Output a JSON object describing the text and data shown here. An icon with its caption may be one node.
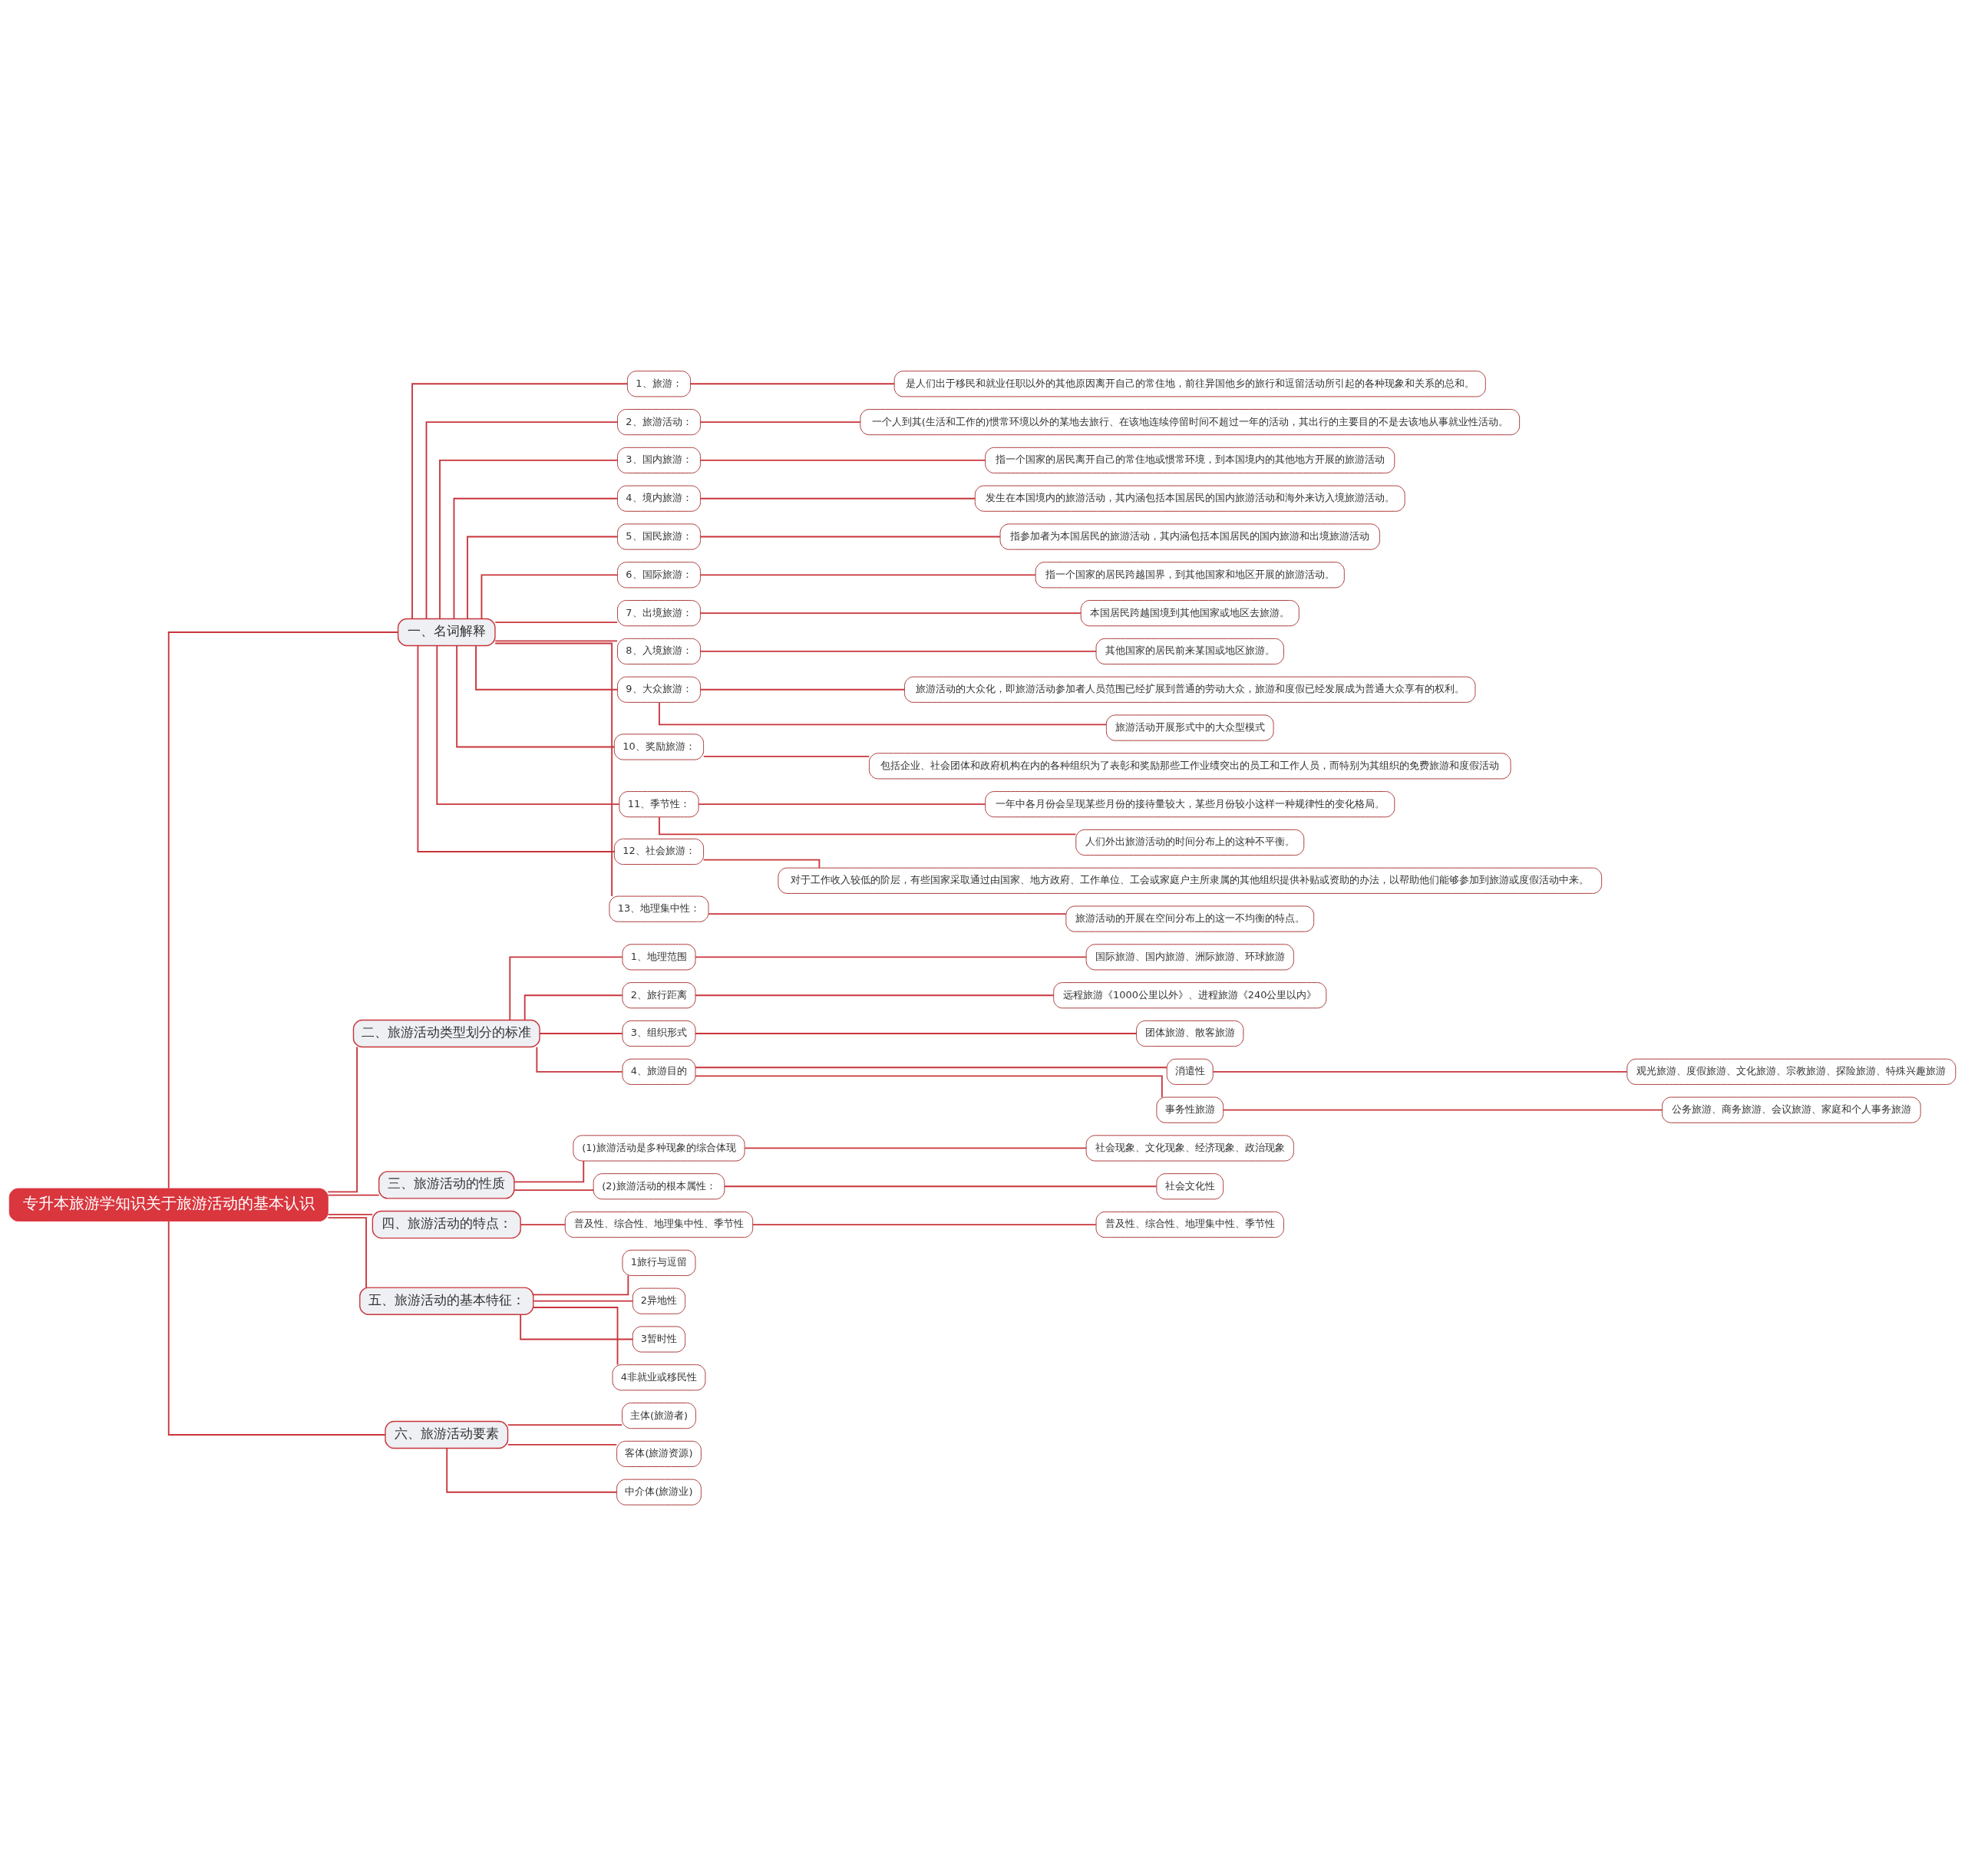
{
  "diagram": {
    "nodes": [
      {
        "text": [
          "专升本旅游学知识关于旅游活动的基本认识"
        ]
      },
      {
        "text": [
          "一、名词解释"
        ]
      },
      {
        "text": [
          "1、旅游："
        ]
      },
      {
        "text": [
          "是人们出于移民和就业任职以外的其他原因离开自己的常住地，前往异国他乡的旅行和逗留活动所引起的各种现象和关系的总和。"
        ]
      },
      {
        "text": [
          "2、旅游活动："
        ]
      },
      {
        "text": [
          "一个人到其(生活和工作的)惯常环境以外的某地去旅行、在该地连续停留时间不超过一年的活动，其出行的主要目的不是去该地从事就业性活动。"
        ]
      },
      {
        "text": [
          "3、国内旅游："
        ]
      },
      {
        "text": [
          "指一个国家的居民离开自己的常住地或惯常环境，到本国境内的其他地方开展的旅游活动"
        ]
      },
      {
        "text": [
          "4、境内旅游："
        ]
      },
      {
        "text": [
          "发生在本国境内的旅游活动，其内涵包括本国居民的国内旅游活动和海外来访入境旅游活动。"
        ]
      },
      {
        "text": [
          "5、国民旅游："
        ]
      },
      {
        "text": [
          "指参加者为本国居民的旅游活动，其内涵包括本国居民的国内旅游和出境旅游活动"
        ]
      },
      {
        "text": [
          "6、国际旅游："
        ]
      },
      {
        "text": [
          "指一个国家的居民跨越国界，到其他国家和地区开展的旅游活动。"
        ]
      },
      {
        "text": [
          "7、出境旅游："
        ]
      },
      {
        "text": [
          "本国居民跨越国境到其他国家或地区去旅游。"
        ]
      },
      {
        "text": [
          "8、入境旅游："
        ]
      },
      {
        "text": [
          "其他国家的居民前来某国或地区旅游。"
        ]
      },
      {
        "text": [
          "9、大众旅游："
        ]
      },
      {
        "text": [
          "旅游活动的大众化，即旅游活动参加者人员范围已经扩展到普通的劳动大众，旅游和度假已经发展成为普通大众享有的权利。"
        ]
      },
      {
        "text": [
          "旅游活动开展形式中的大众型模式"
        ]
      },
      {
        "text": [
          "10、奖励旅游："
        ]
      },
      {
        "text": [
          "包括企业、社会团体和政府机构在内的各种组织为了表彰和奖励那些工作业绩突出的员工和工作人员，而特别为其组织的免费旅游和度假活动"
        ]
      },
      {
        "text": [
          "11、季节性："
        ]
      },
      {
        "text": [
          "一年中各月份会呈现某些月份的接待量较大，某些月份较小这样一种规律性的变化格局。"
        ]
      },
      {
        "text": [
          "人们外出旅游活动的时间分布上的这种不平衡。"
        ]
      },
      {
        "text": [
          "12、社会旅游："
        ]
      },
      {
        "text": [
          "对于工作收入较低的阶层，有些国家采取通过由国家、地方政府、工作单位、工会或家庭户主所隶属的其他组织提供补贴或资助的办法，以帮助他们能够参加到旅游或度假活动中来。"
        ]
      },
      {
        "text": [
          "13、地理集中性："
        ]
      },
      {
        "text": [
          "旅游活动的开展在空间分布上的这一不均衡的特点。"
        ]
      },
      {
        "text": [
          "二、旅游活动类型划分的标准"
        ]
      },
      {
        "text": [
          "1、地理范围"
        ]
      },
      {
        "text": [
          "国际旅游、国内旅游、洲际旅游、环球旅游"
        ]
      },
      {
        "text": [
          "2、旅行距离"
        ]
      },
      {
        "text": [
          "远程旅游《1000公里以外》、进程旅游《240公里以内》"
        ]
      },
      {
        "text": [
          "3、组织形式"
        ]
      },
      {
        "text": [
          "团体旅游、散客旅游"
        ]
      },
      {
        "text": [
          "4、旅游目的"
        ]
      },
      {
        "text": [
          "消遣性"
        ]
      },
      {
        "text": [
          "观光旅游、度假旅游、文化旅游、宗教旅游、探险旅游、特殊兴趣旅游"
        ]
      },
      {
        "text": [
          "事务性旅游"
        ]
      },
      {
        "text": [
          "公务旅游、商务旅游、会议旅游、家庭和个人事务旅游"
        ]
      },
      {
        "text": [
          "三、旅游活动的性质"
        ]
      },
      {
        "text": [
          "(1)旅游活动是多种现象的综合体现"
        ]
      },
      {
        "text": [
          "社会现象、文化现象、经济现象、政治现象"
        ]
      },
      {
        "text": [
          "(2)旅游活动的根本属性："
        ]
      },
      {
        "text": [
          "社会文化性"
        ]
      },
      {
        "text": [
          "四、旅游活动的特点："
        ]
      },
      {
        "text": [
          "普及性、综合性、地理集中性、季节性"
        ]
      },
      {
        "text": [
          "普及性、综合性、地理集中性、季节性"
        ]
      },
      {
        "text": [
          "五、旅游活动的基本特征："
        ]
      },
      {
        "text": [
          "1旅行与逗留"
        ]
      },
      {
        "text": [
          "2异地性"
        ]
      },
      {
        "text": [
          "3暂时性"
        ]
      },
      {
        "text": [
          "4非就业或移民性"
        ]
      },
      {
        "text": [
          "六、旅游活动要素"
        ]
      },
      {
        "text": [
          "主体(旅游者)"
        ]
      },
      {
        "text": [
          "客体(旅游资源)"
        ]
      },
      {
        "text": [
          "中介体(旅游业)"
        ]
      }
    ],
    "edges": [
      {
        "from": 0,
        "to": 1,
        "arrow": "none"
      },
      {
        "from": 1,
        "to": 2,
        "arrow": "none"
      },
      {
        "from": 2,
        "to": 3,
        "arrow": "none"
      },
      {
        "from": 1,
        "to": 4,
        "arrow": "none"
      },
      {
        "from": 4,
        "to": 5,
        "arrow": "none"
      },
      {
        "from": 1,
        "to": 6,
        "arrow": "none"
      },
      {
        "from": 6,
        "to": 7,
        "arrow": "none"
      },
      {
        "from": 1,
        "to": 8,
        "arrow": "none"
      },
      {
        "from": 8,
        "to": 9,
        "arrow": "none"
      },
      {
        "from": 1,
        "to": 10,
        "arrow": "none"
      },
      {
        "from": 10,
        "to": 11,
        "arrow": "none"
      },
      {
        "from": 1,
        "to": 12,
        "arrow": "none"
      },
      {
        "from": 12,
        "to": 13,
        "arrow": "none"
      },
      {
        "from": 1,
        "to": 14,
        "arrow": "none"
      },
      {
        "from": 14,
        "to": 15,
        "arrow": "none"
      },
      {
        "from": 1,
        "to": 16,
        "arrow": "none"
      },
      {
        "from": 16,
        "to": 17,
        "arrow": "none"
      },
      {
        "from": 1,
        "to": 18,
        "arrow": "none"
      },
      {
        "from": 18,
        "to": 19,
        "arrow": "none"
      },
      {
        "from": 18,
        "to": 20,
        "arrow": "none"
      },
      {
        "from": 1,
        "to": 21,
        "arrow": "none"
      },
      {
        "from": 21,
        "to": 22,
        "arrow": "none"
      },
      {
        "from": 1,
        "to": 23,
        "arrow": "none"
      },
      {
        "from": 23,
        "to": 24,
        "arrow": "none"
      },
      {
        "from": 23,
        "to": 25,
        "arrow": "none"
      },
      {
        "from": 1,
        "to": 26,
        "arrow": "none"
      },
      {
        "from": 26,
        "to": 27,
        "arrow": "none"
      },
      {
        "from": 1,
        "to": 28,
        "arrow": "none"
      },
      {
        "from": 28,
        "to": 29,
        "arrow": "none"
      },
      {
        "from": 0,
        "to": 30,
        "arrow": "none"
      },
      {
        "from": 30,
        "to": 31,
        "arrow": "none"
      },
      {
        "from": 31,
        "to": 32,
        "arrow": "none"
      },
      {
        "from": 30,
        "to": 33,
        "arrow": "none"
      },
      {
        "from": 33,
        "to": 34,
        "arrow": "none"
      },
      {
        "from": 30,
        "to": 35,
        "arrow": "none"
      },
      {
        "from": 35,
        "to": 36,
        "arrow": "none"
      },
      {
        "from": 30,
        "to": 37,
        "arrow": "none"
      },
      {
        "from": 37,
        "to": 38,
        "arrow": "none"
      },
      {
        "from": 38,
        "to": 39,
        "arrow": "none"
      },
      {
        "from": 37,
        "to": 40,
        "arrow": "none"
      },
      {
        "from": 40,
        "to": 41,
        "arrow": "none"
      },
      {
        "from": 0,
        "to": 42,
        "arrow": "none"
      },
      {
        "from": 42,
        "to": 43,
        "arrow": "none"
      },
      {
        "from": 43,
        "to": 44,
        "arrow": "none"
      },
      {
        "from": 42,
        "to": 45,
        "arrow": "none"
      },
      {
        "from": 45,
        "to": 46,
        "arrow": "none"
      },
      {
        "from": 0,
        "to": 47,
        "arrow": "none"
      },
      {
        "from": 47,
        "to": 48,
        "arrow": "none"
      },
      {
        "from": 48,
        "to": 49,
        "arrow": "none"
      },
      {
        "from": 0,
        "to": 50,
        "arrow": "none"
      },
      {
        "from": 50,
        "to": 51,
        "arrow": "none"
      },
      {
        "from": 50,
        "to": 52,
        "arrow": "none"
      },
      {
        "from": 50,
        "to": 53,
        "arrow": "none"
      },
      {
        "from": 50,
        "to": 54,
        "arrow": "none"
      },
      {
        "from": 0,
        "to": 55,
        "arrow": "none"
      },
      {
        "from": 55,
        "to": 56,
        "arrow": "none"
      },
      {
        "from": 55,
        "to": 57,
        "arrow": "none"
      },
      {
        "from": 55,
        "to": 58,
        "arrow": "none"
      }
    ]
  }
}
